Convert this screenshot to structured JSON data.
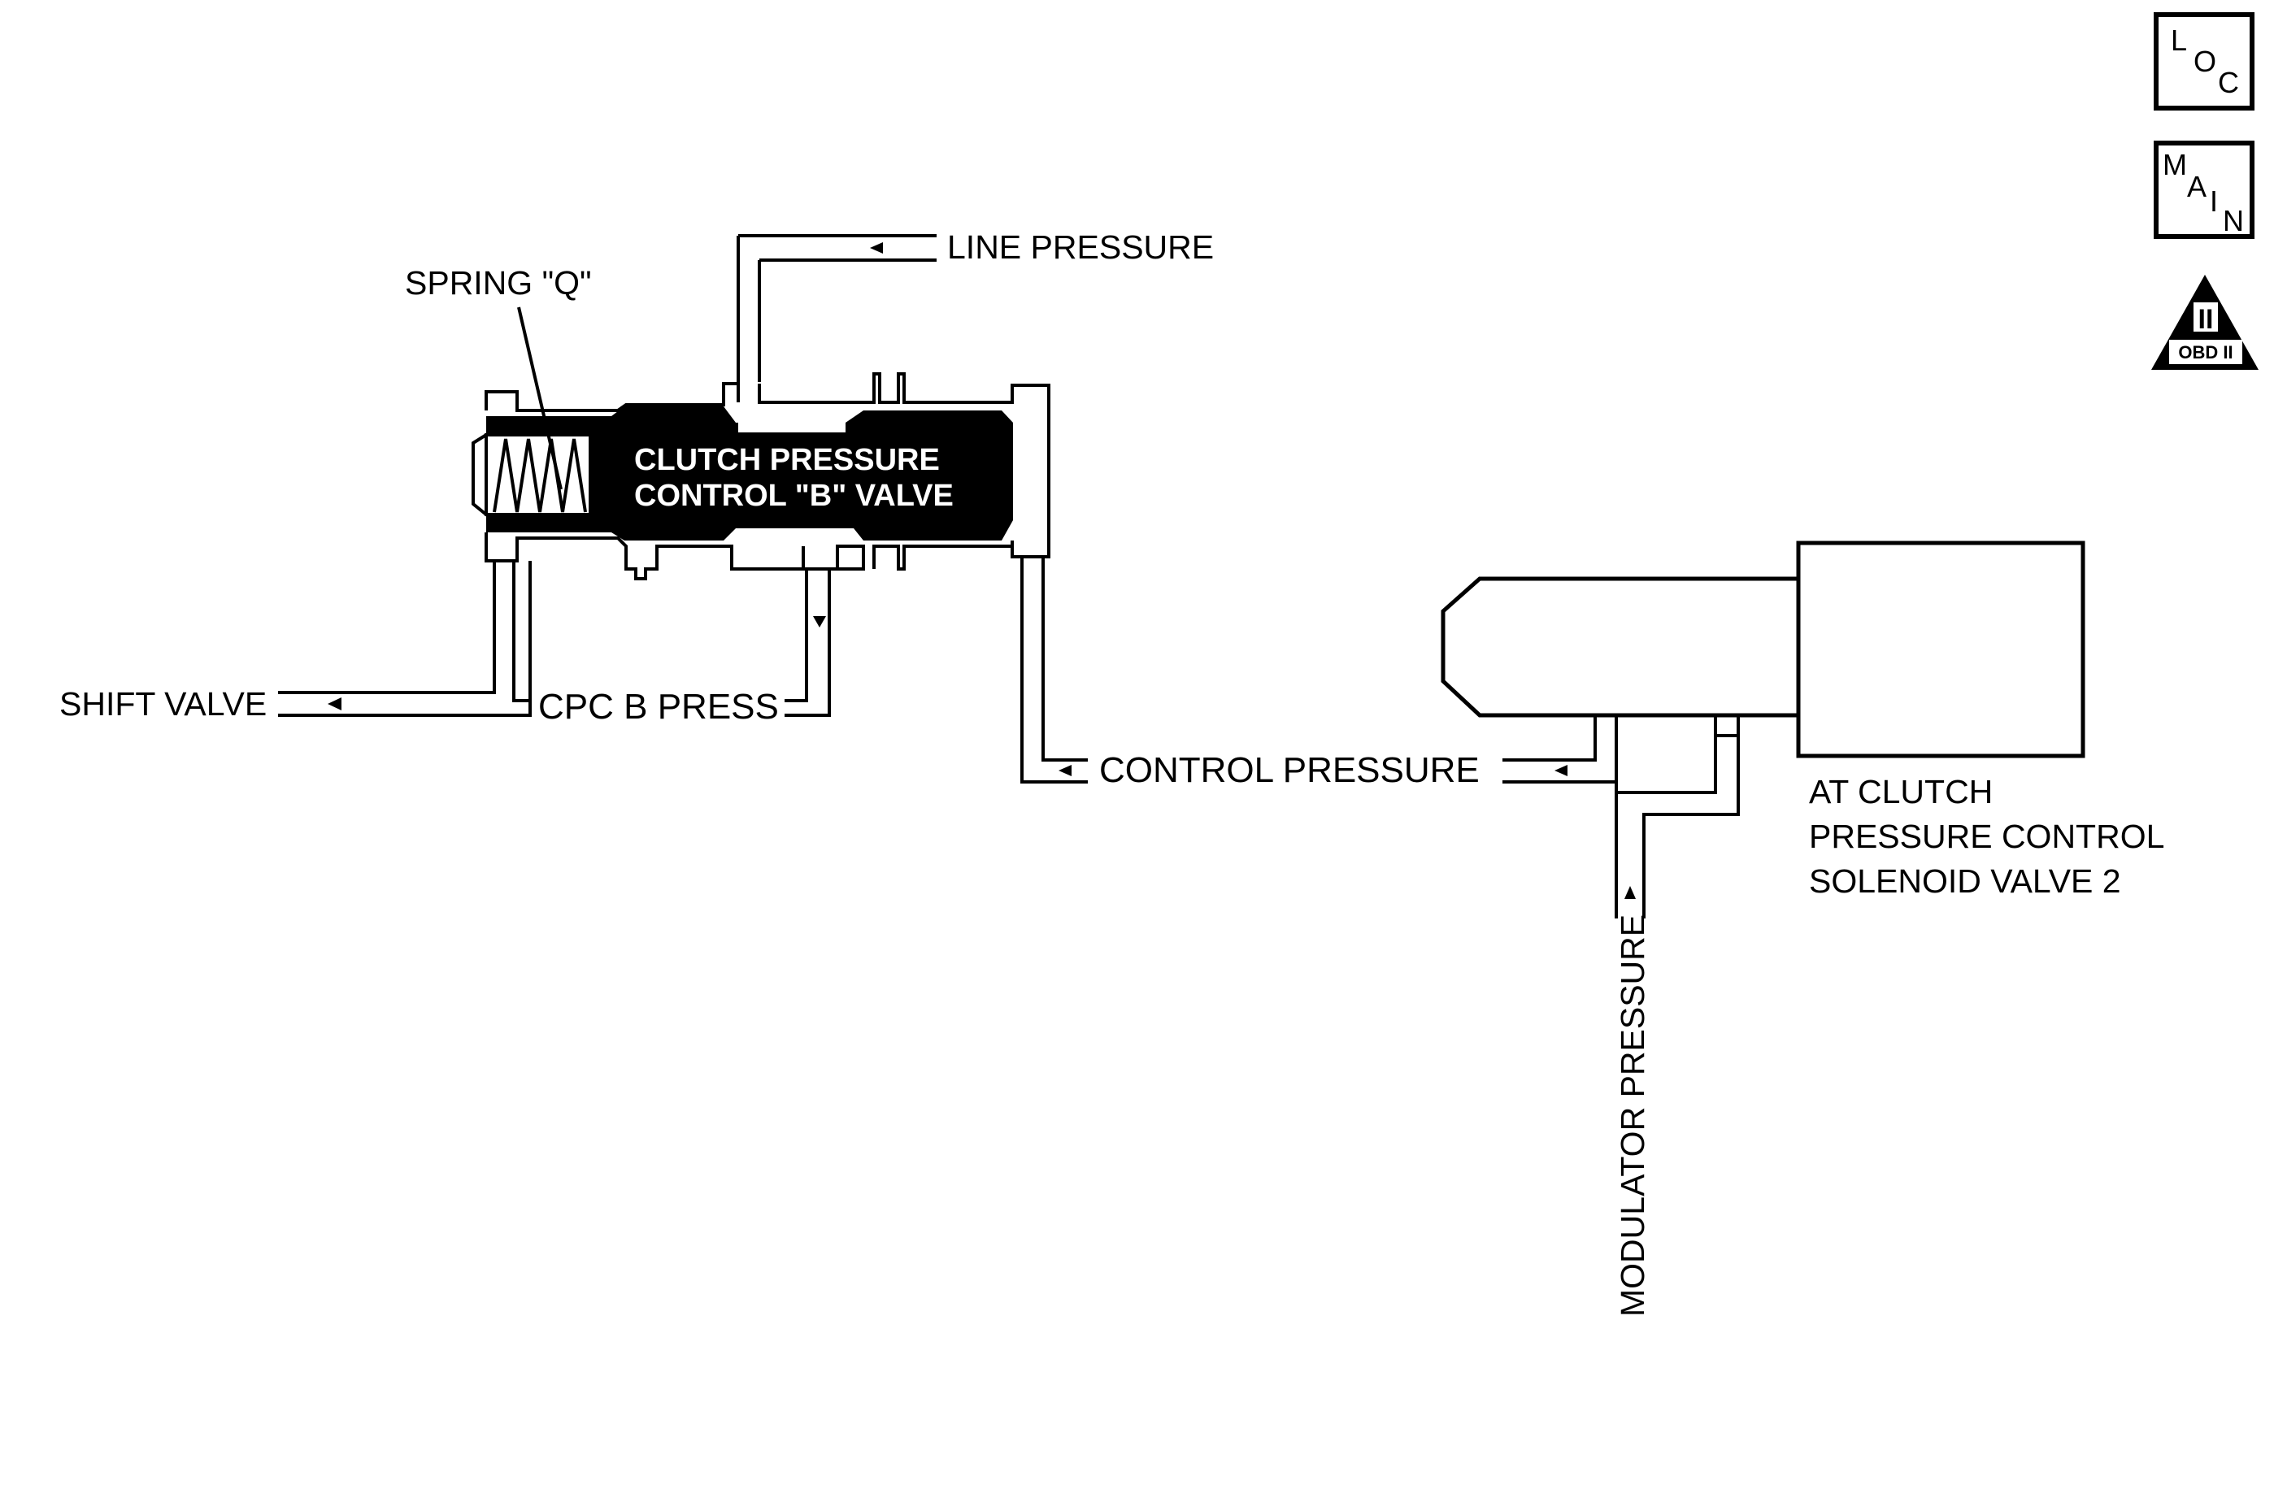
{
  "nav_buttons": [
    {
      "letters": [
        "L",
        "O",
        "C"
      ]
    },
    {
      "letters": [
        "M",
        "A",
        "I",
        "N"
      ]
    }
  ],
  "obd_badge": {
    "numeral": "II",
    "label": "OBD II"
  },
  "labels": {
    "line_pressure": "LINE PRESSURE",
    "spring": "SPRING \"Q\"",
    "valve_line1": "CLUTCH PRESSURE",
    "valve_line2": "CONTROL \"B\" VALVE",
    "shift_valve": "SHIFT VALVE",
    "cpc_b_press": "CPC B PRESS",
    "control_pressure": "CONTROL PRESSURE",
    "solenoid_line1": "AT CLUTCH",
    "solenoid_line2": "PRESSURE CONTROL",
    "solenoid_line3": "SOLENOID VALVE 2",
    "modulator_pressure": "MODULATOR PRESSURE"
  }
}
